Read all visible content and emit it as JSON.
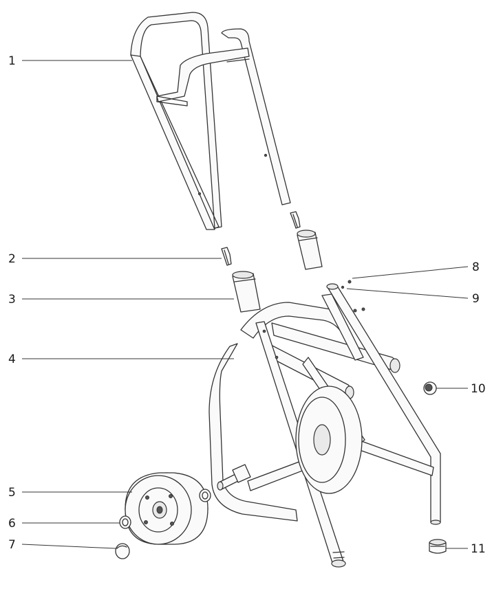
{
  "callouts": [
    {
      "id": "1",
      "label": "1"
    },
    {
      "id": "2",
      "label": "2"
    },
    {
      "id": "3",
      "label": "3"
    },
    {
      "id": "4",
      "label": "4"
    },
    {
      "id": "5",
      "label": "5"
    },
    {
      "id": "6",
      "label": "6"
    },
    {
      "id": "7",
      "label": "7"
    },
    {
      "id": "8",
      "label": "8"
    },
    {
      "id": "9",
      "label": "9"
    },
    {
      "id": "10",
      "label": "10"
    },
    {
      "id": "11",
      "label": "11"
    }
  ],
  "colors": {
    "line": "#333333",
    "background": "#ffffff"
  }
}
